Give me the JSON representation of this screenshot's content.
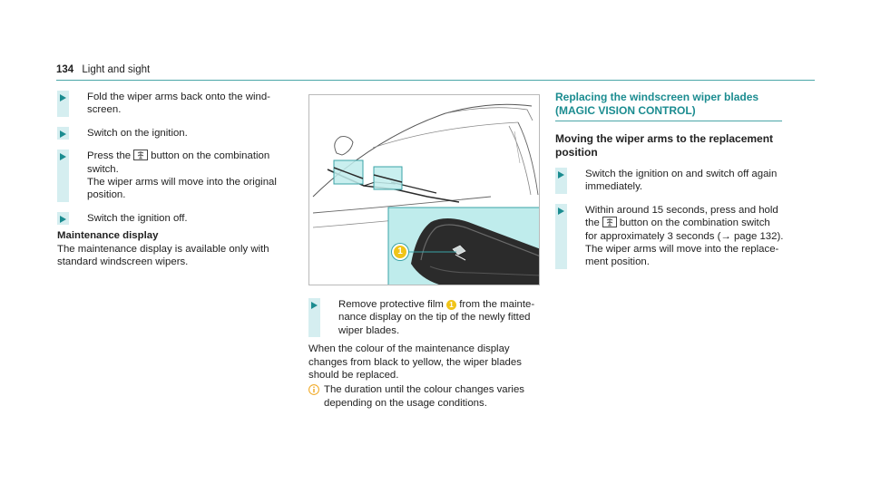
{
  "header": {
    "page_number": "134",
    "section": "Light and sight"
  },
  "col1": {
    "steps": [
      "Fold the wiper arms back onto the wind-\nscreen.",
      "Switch on the ignition.",
      {
        "pre": "Press the",
        "post": "button on the combination\nswitch.\nThe wiper arms will move into the original\nposition."
      },
      "Switch the ignition off."
    ],
    "maint_heading": "Maintenance display",
    "maint_text": "The maintenance display is available only with\nstandard windscreen wipers."
  },
  "col2": {
    "figure": {
      "callout": "1",
      "colors": {
        "highlight": "#bfecec",
        "outline": "#3aa3a7",
        "dark": "#2b2b2b"
      }
    },
    "step": {
      "pre": "Remove protective film",
      "callout": "1",
      "post": "from the mainte-\nnance display on the tip of the newly fitted\nwiper blades."
    },
    "when_text": "When the colour of the maintenance display\nchanges from black to yellow, the wiper blades\nshould be replaced.",
    "note": "The duration until the colour changes varies\ndepending on the usage conditions."
  },
  "col3": {
    "section_title": "Replacing the windscreen wiper blades\n(MAGIC VISION CONTROL)",
    "sub_title": "Moving the wiper arms to the replacement\nposition",
    "steps": [
      "Switch the ignition on and switch off again\nimmediately.",
      {
        "pre": "Within around 15 seconds, press and hold\nthe",
        "post": "button on the combination switch\nfor approximately 3 seconds (→ page 132).\nThe wiper arms will move into the replace-\nment position."
      }
    ]
  },
  "icons": {
    "bullet": "teal-triangle-bullet-icon",
    "wiper_button": "wiper-button-icon",
    "info": "info-icon"
  },
  "colors": {
    "accent": "#1b8c90",
    "bullet_bar": "#d5eef0",
    "rule": "#4aa6a8"
  }
}
